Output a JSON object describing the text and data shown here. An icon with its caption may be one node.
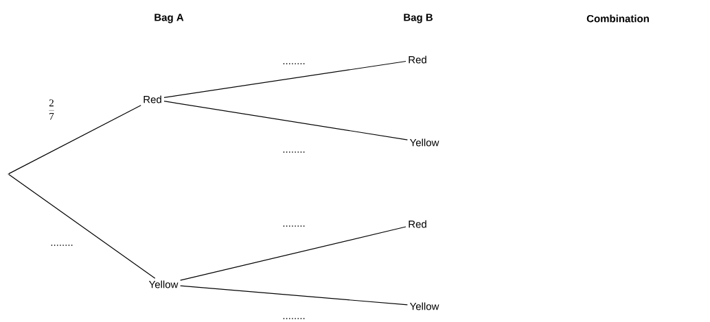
{
  "diagram": {
    "nodes": [
      {
        "text": [],
        "shape": "point"
      },
      {
        "text": [
          "Red"
        ]
      },
      {
        "text": [
          "Yellow"
        ]
      },
      {
        "text": [
          "Red"
        ]
      },
      {
        "text": [
          "Yellow"
        ]
      },
      {
        "text": [
          "Red"
        ]
      },
      {
        "text": [
          "Yellow"
        ]
      }
    ],
    "edges": [
      {
        "from": 0,
        "to": 1,
        "arrow": "none",
        "label": "\\frac{2}{7}"
      },
      {
        "from": 0,
        "to": 2,
        "arrow": "none",
        "label": "........"
      },
      {
        "from": 1,
        "to": 3,
        "arrow": "none",
        "label": "........"
      },
      {
        "from": 1,
        "to": 4,
        "arrow": "none",
        "label": "........"
      },
      {
        "from": 2,
        "to": 5,
        "arrow": "none",
        "label": "........"
      },
      {
        "from": 2,
        "to": 6,
        "arrow": "none",
        "label": "........"
      }
    ],
    "labels": [
      "Bag A",
      "Bag B",
      "Combination"
    ]
  }
}
